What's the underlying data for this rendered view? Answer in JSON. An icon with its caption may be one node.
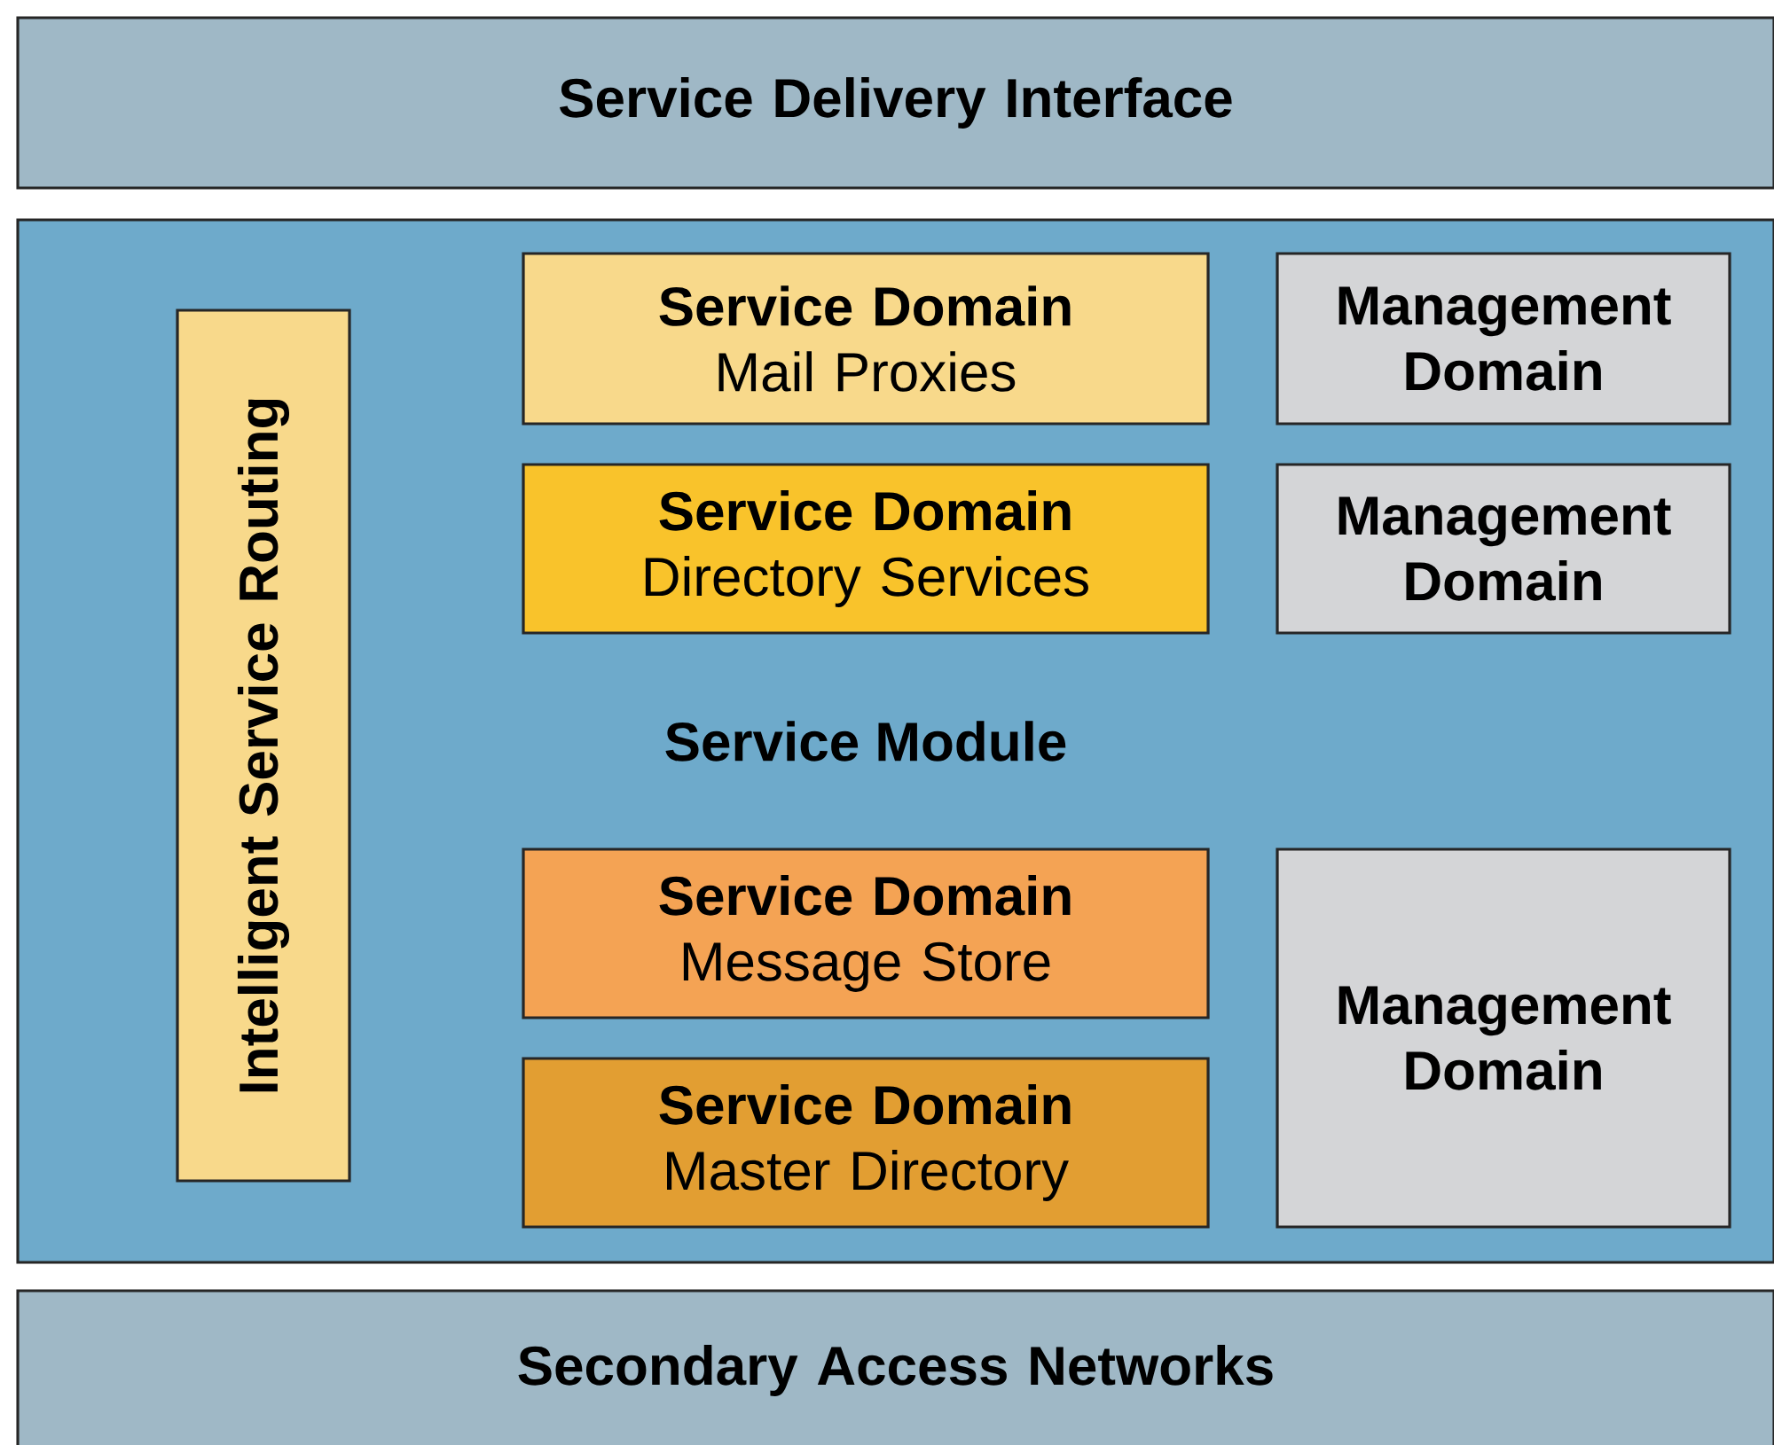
{
  "diagram": {
    "nodes": [
      {
        "text": [
          "Service Delivery Interface"
        ]
      },
      {
        "text": [
          "Service Module"
        ]
      },
      {
        "text": [
          "Intelligent Service Routing"
        ],
        "in": 1
      },
      {
        "text": [
          "Service Domain",
          "Mail Proxies"
        ],
        "in": 1
      },
      {
        "text": [
          "Management Domain"
        ],
        "in": 1
      },
      {
        "text": [
          "Service Domain",
          "Directory Services"
        ],
        "in": 1
      },
      {
        "text": [
          "Management Domain"
        ],
        "in": 1
      },
      {
        "text": [
          "Service Domain",
          "Message Store"
        ],
        "in": 1
      },
      {
        "text": [
          "Service Domain",
          "Master Directory"
        ],
        "in": 1
      },
      {
        "text": [
          "Management Domain"
        ],
        "in": 1
      },
      {
        "text": [
          "Secondary Access Networks"
        ]
      }
    ]
  }
}
